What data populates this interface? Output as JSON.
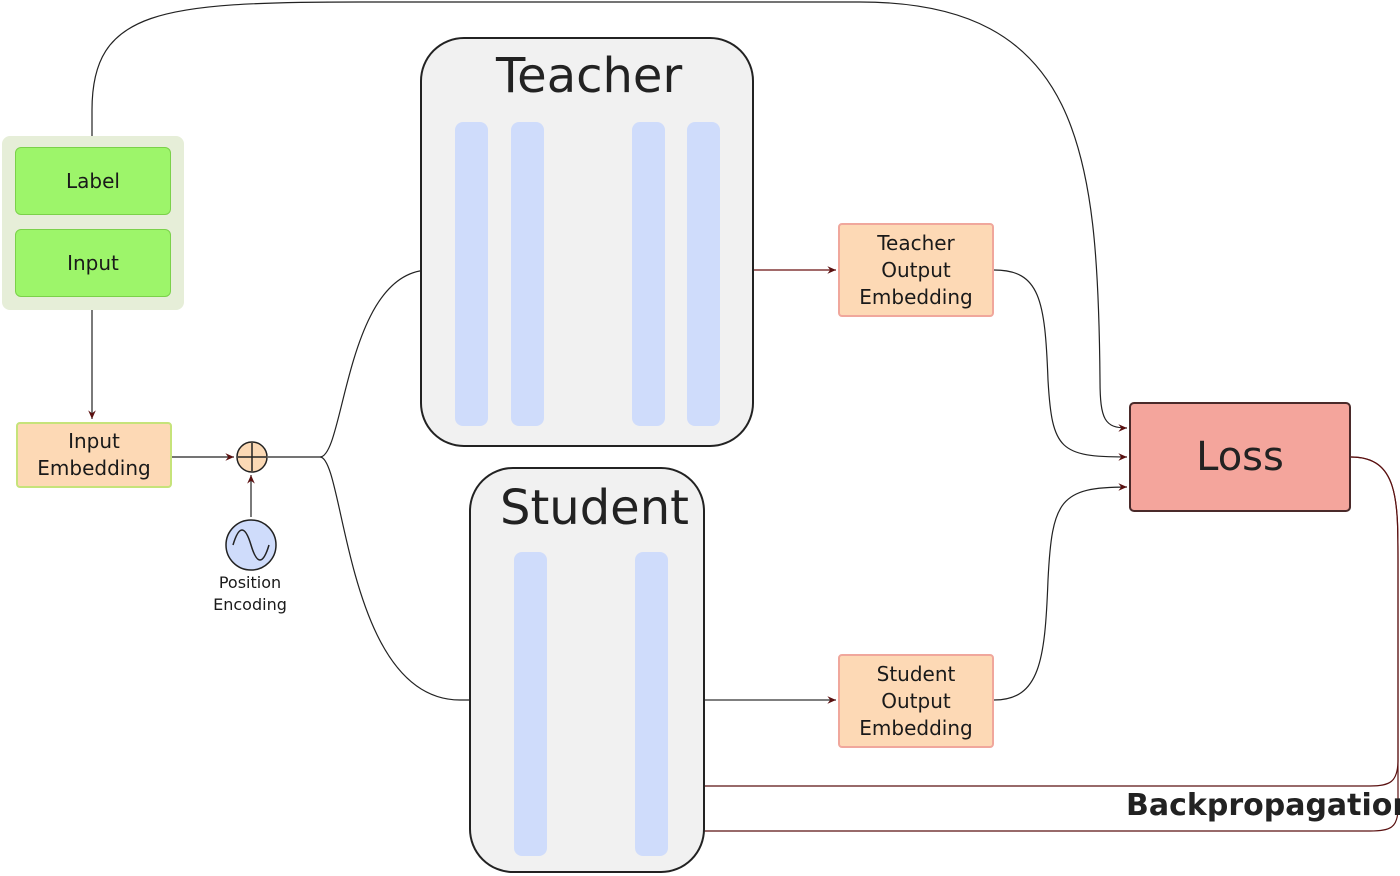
{
  "nodes": {
    "label": "Label",
    "input": "Input",
    "input_embedding": "Input\nEmbedding",
    "position_encoding": "Position\nEncoding",
    "teacher_title": "Teacher",
    "student_title": "Student",
    "teacher_output": "Teacher\nOutput\nEmbedding",
    "student_output": "Student\nOutput\nEmbedding",
    "loss": "Loss",
    "backprop": "Backpropagation"
  },
  "colors": {
    "green": "#9df56a",
    "orange": "#fdd9b5",
    "loss": "#f4a59c",
    "layer": "#cfdcfb",
    "model_bg": "#f1f1f1"
  }
}
